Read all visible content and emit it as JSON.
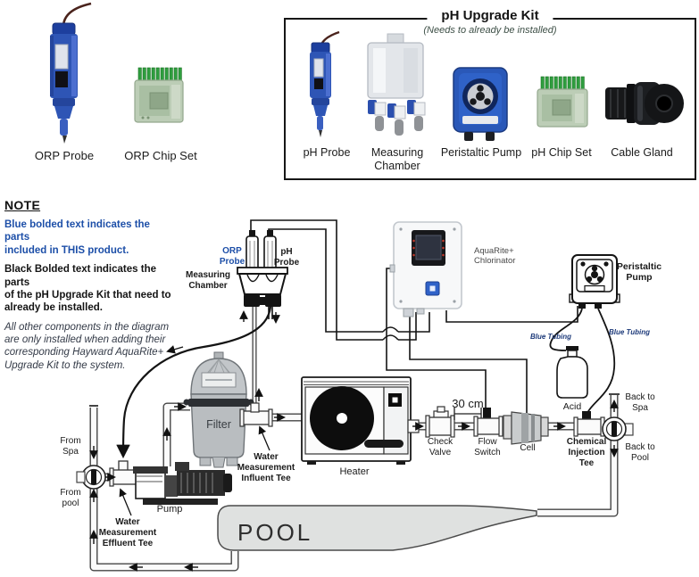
{
  "product_parts": {
    "orp_probe_label": "ORP Probe",
    "orp_chip_label": "ORP Chip Set"
  },
  "kit_box": {
    "title": "pH Upgrade Kit",
    "subtitle": "(Needs to already be installed)",
    "items": [
      {
        "label": "pH Probe"
      },
      {
        "label": "Measuring\nChamber"
      },
      {
        "label": "Peristaltic Pump"
      },
      {
        "label": "pH Chip Set"
      },
      {
        "label": "Cable Gland"
      }
    ]
  },
  "note": {
    "heading": "NOTE",
    "blue_text": "Blue bolded text indicates the parts\nincluded in THIS product.",
    "black_text": "Black Bolded text indicates the parts\nof the pH Upgrade Kit that need to\nalready be installed.",
    "italic_text": "All other components in the diagram\nare only installed when adding their\ncorresponding Hayward AquaRite+\nUpgrade Kit to the system."
  },
  "diagram": {
    "orp_probe": "ORP\nProbe",
    "ph_probe": "pH\nProbe",
    "measuring_chamber": "Measuring\nChamber",
    "chlorinator": "AquaRite+\nChlorinator",
    "peristaltic_pump": "Peristaltic\nPump",
    "blue_tubing_left": "Blue Tubing",
    "blue_tubing_right": "Blue Tubing",
    "acid": "Acid",
    "dimension": "30 cm",
    "check_valve": "Check\nValve",
    "flow_switch": "Flow\nSwitch",
    "cell": "Cell",
    "chemical_injection_tee": "Chemical\nInjection\nTee",
    "back_to_spa": "Back to\nSpa",
    "back_to_pool": "Back to\nPool",
    "from_spa": "From\nSpa",
    "from_pool": "From\npool",
    "filter": "Filter",
    "pump": "Pump",
    "heater": "Heater",
    "influent_tee": "Water\nMeasurement\nInfluent Tee",
    "effluent_tee": "Water\nMeasurement\nEffluent Tee",
    "pool": "POOL"
  },
  "colors": {
    "note_blue": "#1d4fa8",
    "probe_blue": "#2e55b5",
    "pump_blue": "#2a58b8",
    "chip_green": "#2f9e3f",
    "pool_gray": "#dfe1e0"
  }
}
